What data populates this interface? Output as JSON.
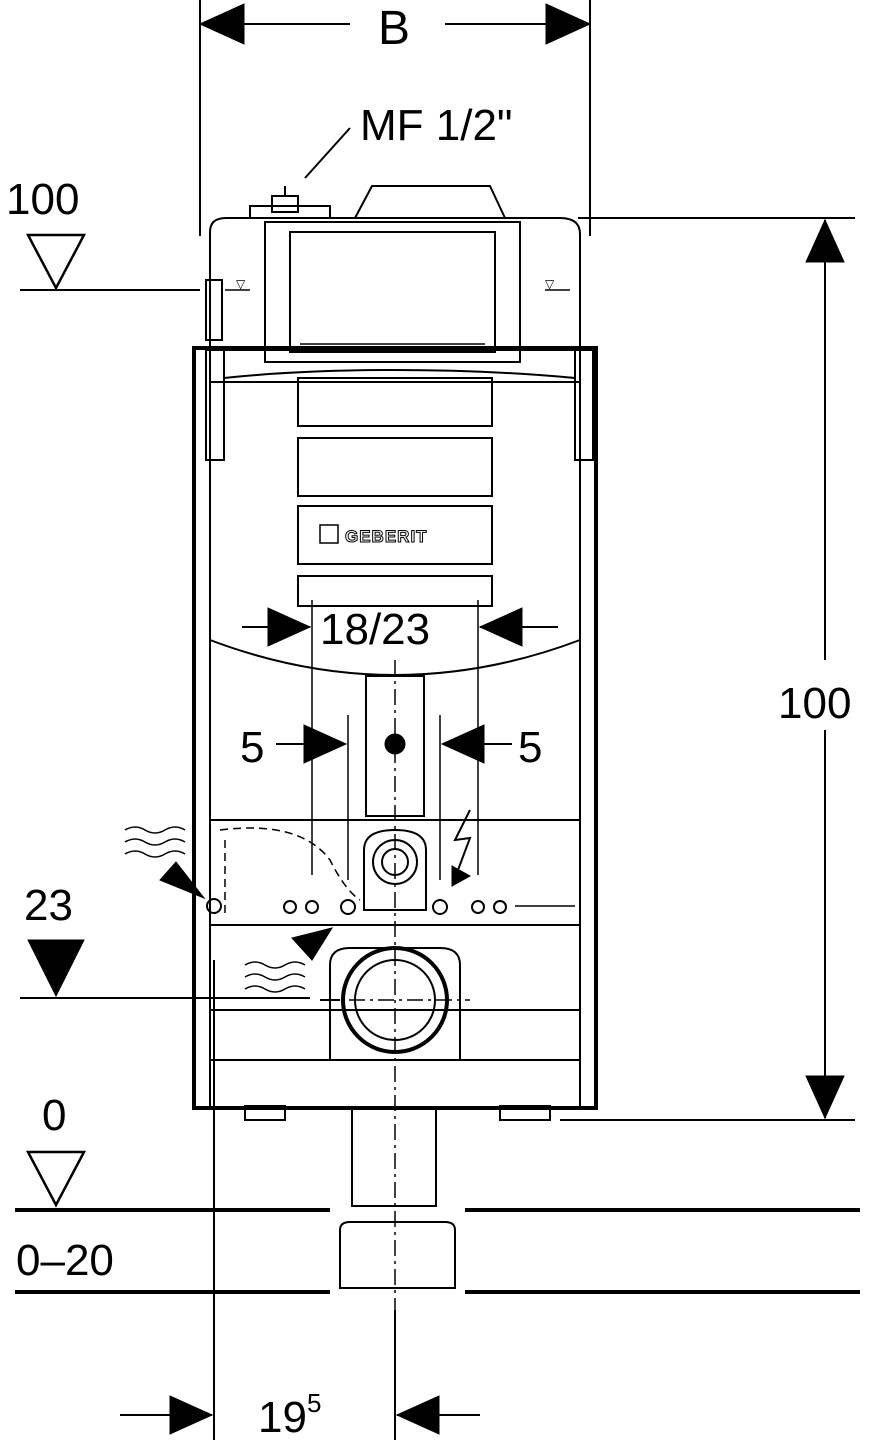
{
  "labels": {
    "width_B": "B",
    "supply_connection": "MF 1/2\"",
    "level_top": "100",
    "height_total": "100",
    "flush_dim": "18/23",
    "side_left": "5",
    "side_right": "5",
    "level_outlet": "23",
    "level_floor": "0",
    "floor_range": "0–20",
    "offset_base": "19",
    "offset_sup": "5",
    "brand_logo": "GEBERIT"
  }
}
